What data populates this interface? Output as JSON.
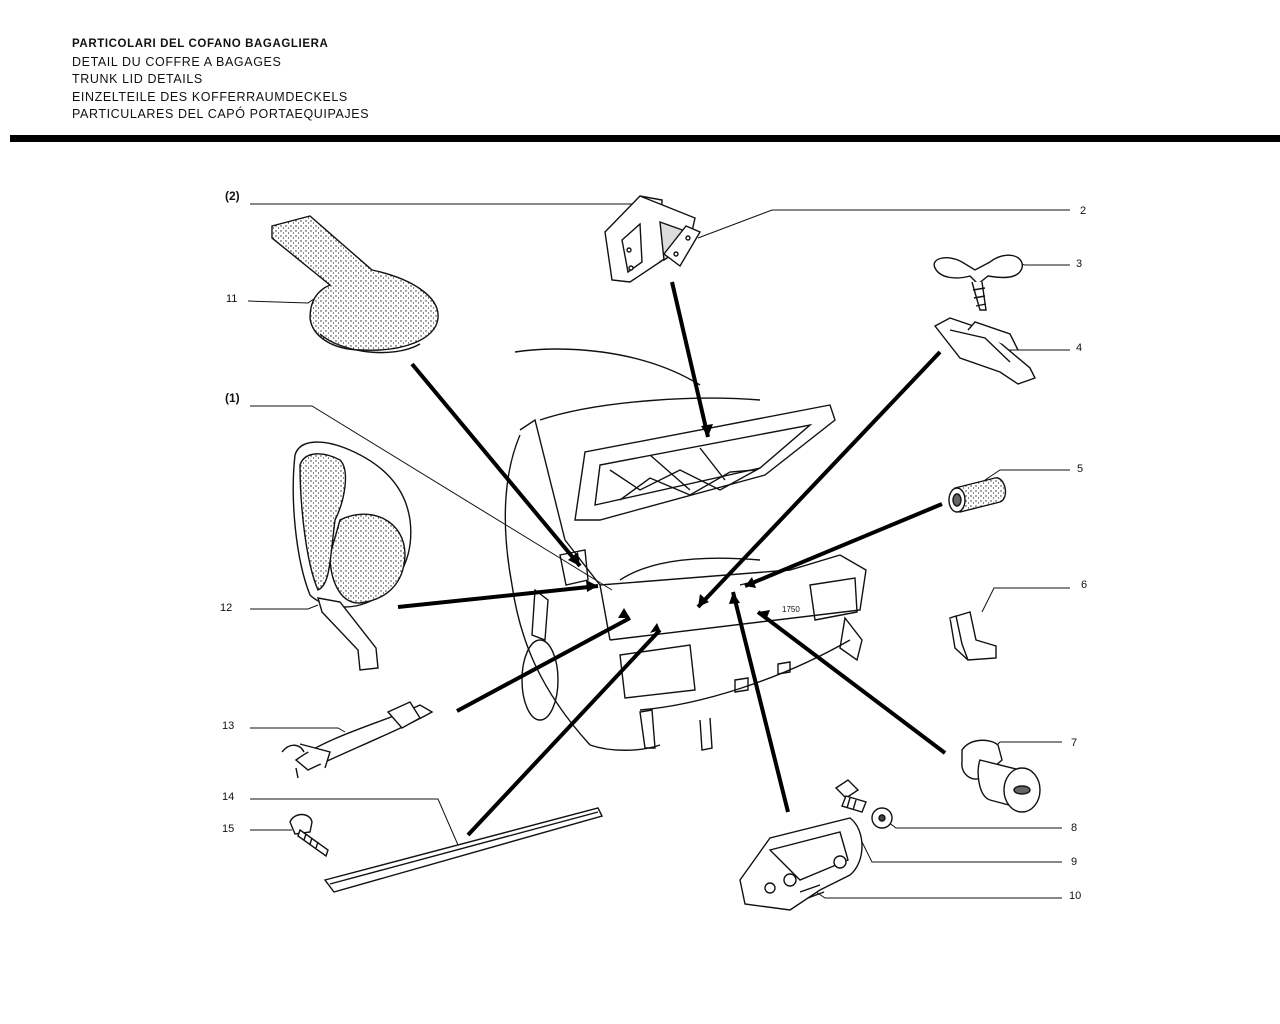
{
  "header": {
    "lines": [
      "PARTICOLARI DEL COFANO BAGAGLIERA",
      "DETAIL DU COFFRE A BAGAGES",
      "TRUNK LID DETAILS",
      "EINZELTEILE DES KOFFERRAUMDECKELS",
      "PARTICULARES DEL CAPÓ PORTAEQUIPAJES"
    ]
  },
  "diagram": {
    "labels": {
      "l_2p": "(2)",
      "l_1p": "(1)",
      "l_11": "11",
      "l_12": "12",
      "l_13": "13",
      "l_14": "14",
      "l_15": "15",
      "l_2": "2",
      "l_3": "3",
      "l_4": "4",
      "l_5": "5",
      "l_6": "6",
      "l_7": "7",
      "l_8": "8",
      "l_9": "9",
      "l_10": "10"
    },
    "emblem_text": "1750"
  }
}
